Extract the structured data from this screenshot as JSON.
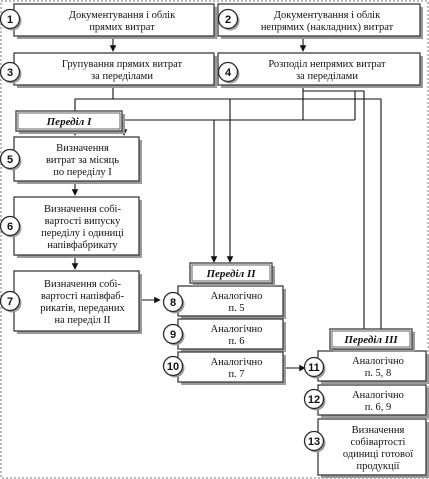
{
  "boxes": [
    {
      "num": "1",
      "lines": [
        "Документування і облік",
        "прямих витрат"
      ]
    },
    {
      "num": "2",
      "lines": [
        "Документування і облік",
        "непрямих (накладних) витрат"
      ]
    },
    {
      "num": "3",
      "lines": [
        "Групування прямих витрат",
        "за переділами"
      ]
    },
    {
      "num": "4",
      "lines": [
        "Розподіл непрямих витрат",
        "за переділами"
      ]
    },
    {
      "num": "5",
      "lines": [
        "Визначення",
        "витрат за місяць",
        "по переділу І"
      ]
    },
    {
      "num": "6",
      "lines": [
        "Визначення собі-",
        "вартості випуску",
        "переділу і одиниці",
        "напівфабрикату"
      ]
    },
    {
      "num": "7",
      "lines": [
        "Визначення собі-",
        "вартості напівфаб-",
        "рикатів, переданих",
        "на переділ ІІ"
      ]
    },
    {
      "num": "8",
      "lines": [
        "Аналогічно",
        "п. 5"
      ]
    },
    {
      "num": "9",
      "lines": [
        "Аналогічно",
        "п. 6"
      ]
    },
    {
      "num": "10",
      "lines": [
        "Аналогічно",
        "п. 7"
      ]
    },
    {
      "num": "11",
      "lines": [
        "Аналогічно",
        "п. 5, 8"
      ]
    },
    {
      "num": "12",
      "lines": [
        "Аналогічно",
        "п. 6, 9"
      ]
    },
    {
      "num": "13",
      "lines": [
        "Визначення",
        "собівартості",
        "одиниці готової",
        "продукції"
      ]
    }
  ],
  "sections": [
    {
      "label": "Переділ І"
    },
    {
      "label": "Переділ ІІ"
    },
    {
      "label": "Переділ ІІІ"
    }
  ]
}
